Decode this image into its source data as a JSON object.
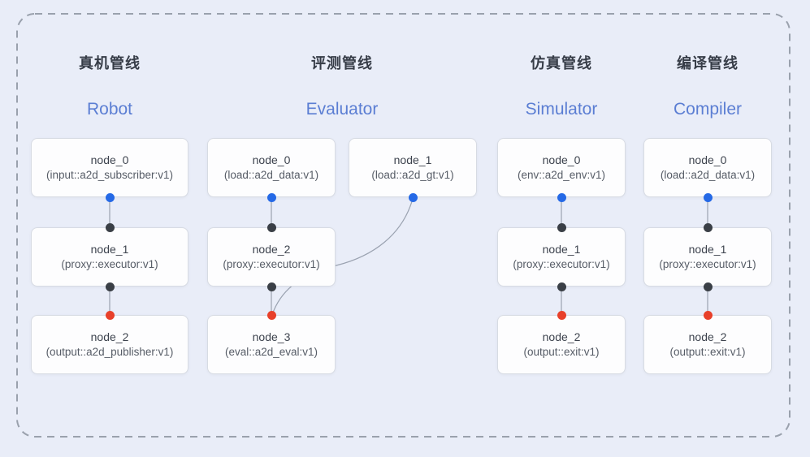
{
  "colors": {
    "background": "#e9edf8",
    "dashed_border": "#9aa1ad",
    "node_background": "#fdfdfe",
    "node_border": "#d7dbe3",
    "edge_line": "#9aa2b0",
    "heading_zh_text": "#363c47",
    "heading_en_text": "#5b7ed3",
    "port_blue": "#2569e6",
    "port_dark": "#3a3f46",
    "port_red": "#e8402a"
  },
  "pipelines": [
    {
      "title_zh": "真机管线",
      "title_en": "Robot",
      "nodes": [
        {
          "title": "node_0",
          "type": "(input::a2d_subscriber:v1)"
        },
        {
          "title": "node_1",
          "type": "(proxy::executor:v1)"
        },
        {
          "title": "node_2",
          "type": "(output::a2d_publisher:v1)"
        }
      ],
      "edges": [
        [
          "node_0",
          "node_1"
        ],
        [
          "node_1",
          "node_2"
        ]
      ]
    },
    {
      "title_zh": "评测管线",
      "title_en": "Evaluator",
      "nodes": [
        {
          "title": "node_0",
          "type": "(load::a2d_data:v1)"
        },
        {
          "title": "node_1",
          "type": "(load::a2d_gt:v1)"
        },
        {
          "title": "node_2",
          "type": "(proxy::executor:v1)"
        },
        {
          "title": "node_3",
          "type": "(eval::a2d_eval:v1)"
        }
      ],
      "edges": [
        [
          "node_0",
          "node_2"
        ],
        [
          "node_1",
          "node_3"
        ],
        [
          "node_2",
          "node_3"
        ]
      ]
    },
    {
      "title_zh": "仿真管线",
      "title_en": "Simulator",
      "nodes": [
        {
          "title": "node_0",
          "type": "(env::a2d_env:v1)"
        },
        {
          "title": "node_1",
          "type": "(proxy::executor:v1)"
        },
        {
          "title": "node_2",
          "type": "(output::exit:v1)"
        }
      ],
      "edges": [
        [
          "node_0",
          "node_1"
        ],
        [
          "node_1",
          "node_2"
        ]
      ]
    },
    {
      "title_zh": "编译管线",
      "title_en": "Compiler",
      "nodes": [
        {
          "title": "node_0",
          "type": "(load::a2d_data:v1)"
        },
        {
          "title": "node_1",
          "type": "(proxy::executor:v1)"
        },
        {
          "title": "node_2",
          "type": "(output::exit:v1)"
        }
      ],
      "edges": [
        [
          "node_0",
          "node_1"
        ],
        [
          "node_1",
          "node_2"
        ]
      ]
    }
  ]
}
